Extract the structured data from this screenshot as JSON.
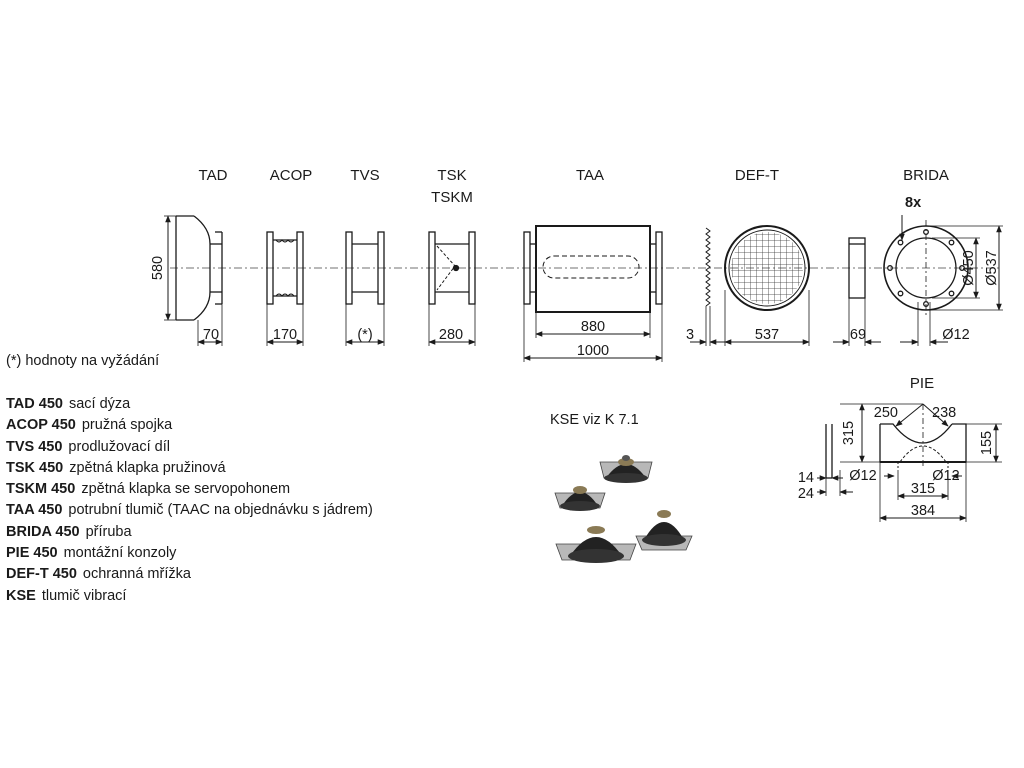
{
  "components": {
    "tad": {
      "label": "TAD",
      "dim": "70"
    },
    "acop": {
      "label": "ACOP",
      "dim": "170"
    },
    "tvs": {
      "label": "TVS",
      "dim": "(*)"
    },
    "tsk": {
      "label": "TSK",
      "label2": "TSKM",
      "dim": "280"
    },
    "taa": {
      "label": "TAA",
      "dim_inner": "880",
      "dim_outer": "1000"
    },
    "deft": {
      "label": "DEF-T",
      "dim_gap": "3",
      "dim": "537"
    },
    "brida_flange": {
      "dim": "69"
    },
    "brida": {
      "label": "BRIDA",
      "holes": "8x",
      "dia_inner": "Ø450",
      "dia_outer": "Ø537",
      "hole_dia": "Ø12"
    }
  },
  "tad_height": "580",
  "note": "(*) hodnoty na vyžádání",
  "pie": {
    "label": "PIE",
    "dim_250": "250",
    "dim_238": "238",
    "dim_315_v": "315",
    "dim_155": "155",
    "dim_14": "14",
    "dim_24": "24",
    "hole_left": "Ø12",
    "hole_right": "Ø12",
    "dim_315_h": "315",
    "dim_384": "384"
  },
  "kse": {
    "caption": "KSE  viz K 7.1"
  },
  "legend": [
    {
      "code": "TAD 450",
      "desc": "sací dýza"
    },
    {
      "code": "ACOP 450",
      "desc": "pružná spojka"
    },
    {
      "code": "TVS 450",
      "desc": "prodlužovací díl"
    },
    {
      "code": "TSK 450",
      "desc": "zpětná klapka pružinová"
    },
    {
      "code": "TSKM 450",
      "desc": "zpětná klapka se servopohonem"
    },
    {
      "code": "TAA 450",
      "desc": "potrubní tlumič (TAAC na objednávku s jádrem)"
    },
    {
      "code": "BRIDA 450",
      "desc": "příruba"
    },
    {
      "code": "PIE 450",
      "desc": "montážní konzoly"
    },
    {
      "code": "DEF-T 450",
      "desc": "ochranná mřížka"
    },
    {
      "code": "KSE",
      "desc": "tlumič vibrací"
    }
  ]
}
